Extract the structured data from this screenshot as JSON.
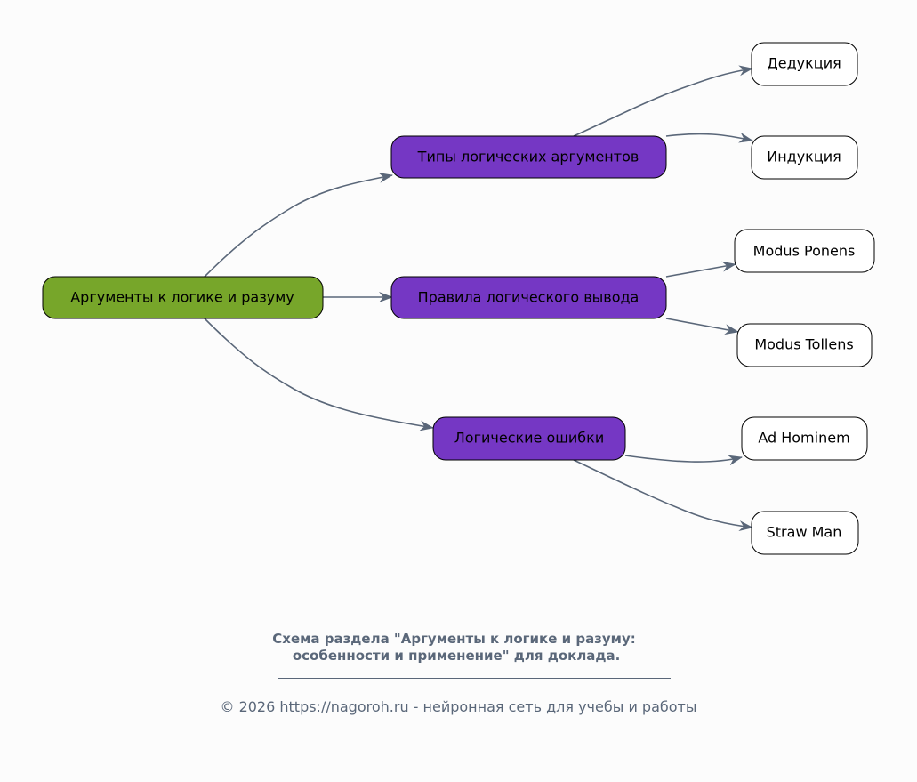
{
  "colors": {
    "root_fill": "#77a62a",
    "category_fill": "#7537c4",
    "leaf_fill": "#ffffff",
    "edge": "#5a6779",
    "text": "#000000",
    "caption": "#5a6779"
  },
  "nodes": {
    "root": {
      "label": "Аргументы к логике и разуму"
    },
    "types": {
      "label": "Типы логических аргументов"
    },
    "rules": {
      "label": "Правила логического вывода"
    },
    "fallacies": {
      "label": "Логические ошибки"
    },
    "deduction": {
      "label": "Дедукция"
    },
    "induction": {
      "label": "Индукция"
    },
    "modus_ponens": {
      "label": "Modus Ponens"
    },
    "modus_tollens": {
      "label": "Modus Tollens"
    },
    "ad_hominem": {
      "label": "Ad Hominem"
    },
    "straw_man": {
      "label": "Straw Man"
    }
  },
  "edges": [
    {
      "from": "root",
      "to": "types"
    },
    {
      "from": "root",
      "to": "rules"
    },
    {
      "from": "root",
      "to": "fallacies"
    },
    {
      "from": "types",
      "to": "deduction"
    },
    {
      "from": "types",
      "to": "induction"
    },
    {
      "from": "rules",
      "to": "modus_ponens"
    },
    {
      "from": "rules",
      "to": "modus_tollens"
    },
    {
      "from": "fallacies",
      "to": "ad_hominem"
    },
    {
      "from": "fallacies",
      "to": "straw_man"
    }
  ],
  "caption": {
    "title": "Схема раздела \"Аргументы к логике и разуму:\n особенности и применение\" для доклада.",
    "copyright": "© 2026 https://nagoroh.ru - нейронная сеть для учебы и работы"
  }
}
